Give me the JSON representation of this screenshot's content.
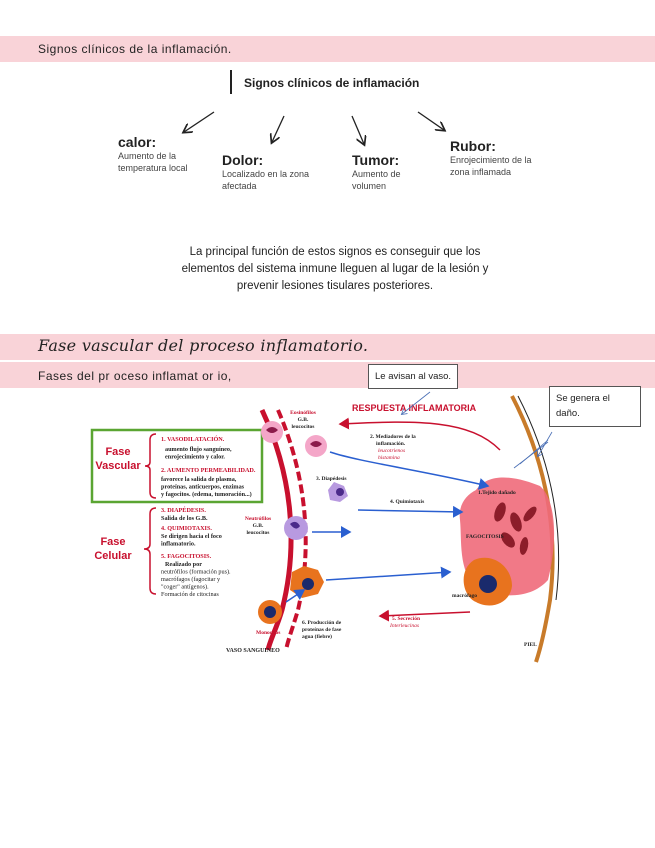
{
  "section1": {
    "band_text": "Signos clínicos de la  inflamación."
  },
  "diagram": {
    "title": "Signos clínicos de inflamación",
    "signs": [
      {
        "name": "calor:",
        "desc": "Aumento de la temperatura local"
      },
      {
        "name": "Dolor:",
        "desc": "Localizado en la zona afectada"
      },
      {
        "name": "Tumor:",
        "desc": "Aumento de volumen"
      },
      {
        "name": "Rubor:",
        "desc": "Enrojecimiento de la zona inflamada"
      }
    ],
    "paragraph": "La principal función de estos signos es conseguir que los elementos del sistema inmune lleguen al lugar de la lesión y prevenir lesiones tisulares posteriores."
  },
  "section2": {
    "title": "Fase vascular del proceso inflamatorio.",
    "band_text": "Fases del pr oceso  inflamat or io,"
  },
  "callouts": {
    "vaso": "Le avisan al vaso.",
    "dano": "Se genera el daño."
  },
  "figure": {
    "header": "RESPUESTA INFLAMATORIA",
    "fase_vascular": "Fase Vascular",
    "fase_celular": "Fase Celular",
    "steps": [
      "1. VASODILATACIÓN.",
      "aumento flujo sanguíneo, enrojecimiento y calor.",
      "2. AUMENTO PERMEABILIDAD.",
      "favorece la salida de plasma, proteínas, anticuerpos, enzimas y fagocitos. (edema, tumoración...)",
      "3. DIAPÉDESIS.",
      "Salida de los G.B.",
      "4. QUIMIOTAXIS.",
      "Se dirigen hacia el foco inflamatorio.",
      "5. FAGOCITOSIS.",
      "Realizado por neutrófilos (formación pus). macrófagos (fagocitar y \"coger\" antígenos). Formación de citocinas"
    ],
    "labels": {
      "eosinofilos": "Eosinófilos",
      "gb1": "G.B.",
      "leucocitos1": "leucocitos",
      "neutrofilos": "Neutrófilos",
      "gb2": "G.B.",
      "leucocitos2": "leucocitos",
      "monocitos": "Monocitos",
      "vaso": "VASO SANGUINEO",
      "mediadores": "2. Mediadores de la inflamación.",
      "mediadores_sub": "leucotrienos histamina",
      "diapedesis": "3. Diapédesis",
      "quimiotaxis": "4. Quimiotaxis",
      "tejido": "1.Tejido dañado",
      "fagocitosis": "FAGOCITOSIS",
      "macrofago": "macrófago",
      "produccion": "6. Producción de proteínas de fase agua (fiebre)",
      "secrecion": "5. Secreción",
      "interleucinas": "Interleucinas",
      "piel": "PIEL"
    }
  }
}
